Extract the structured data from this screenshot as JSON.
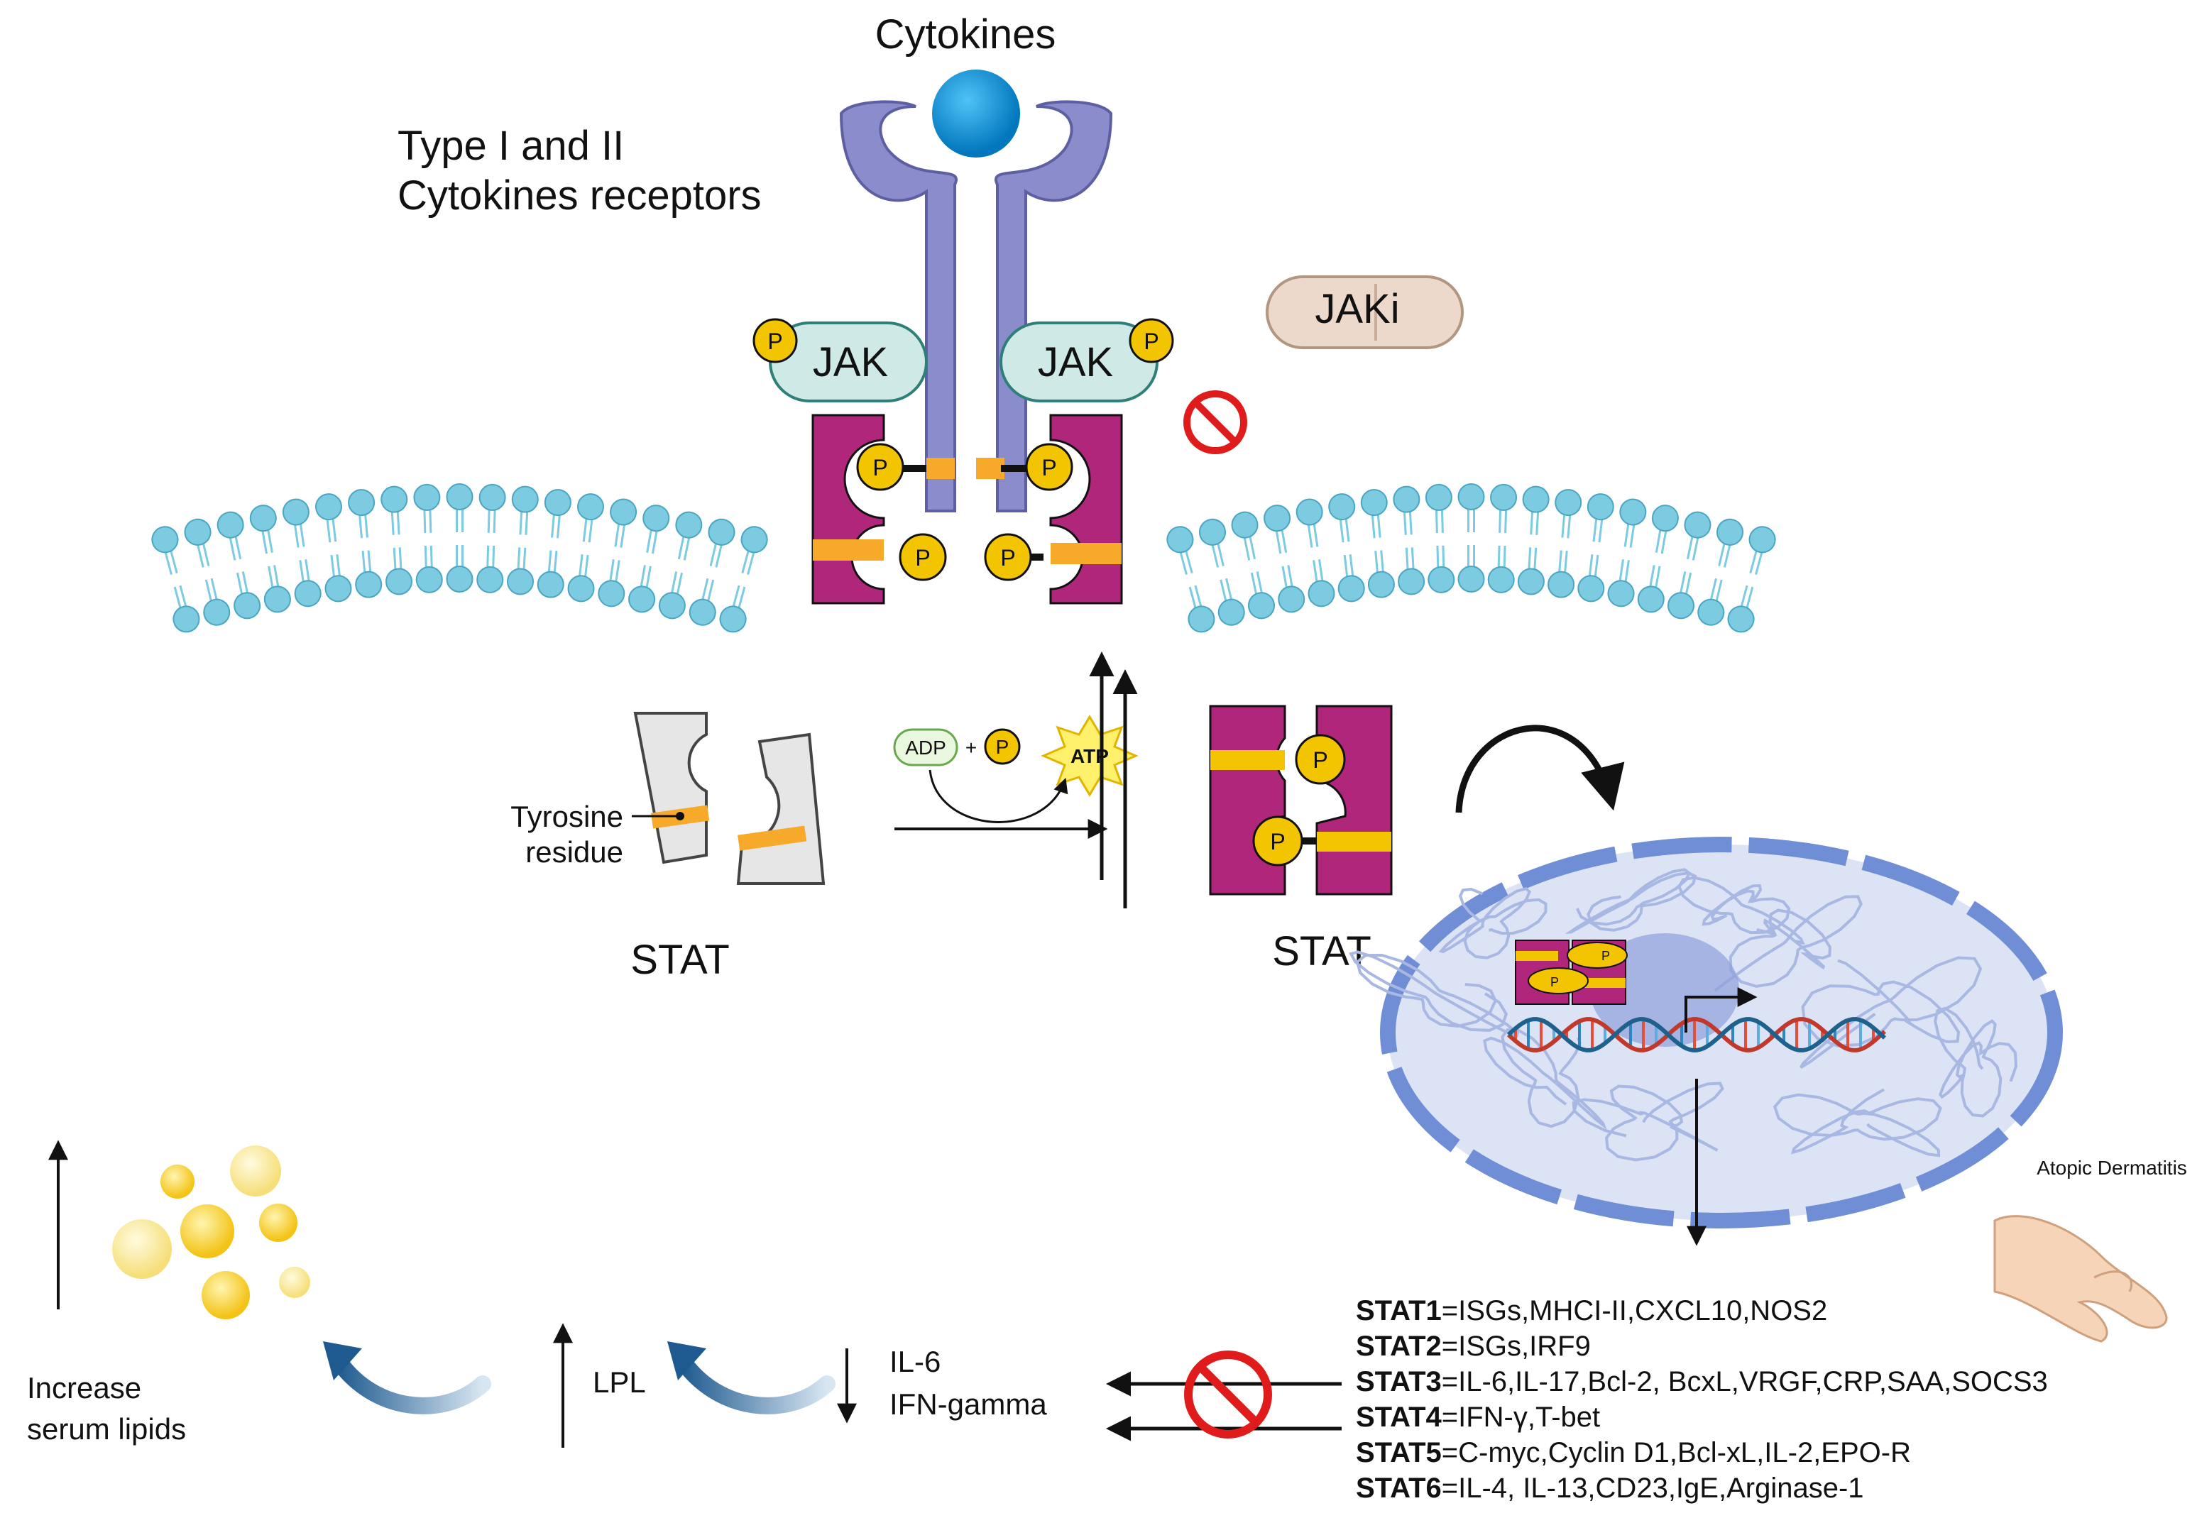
{
  "labels": {
    "cytokines": "Cytokines",
    "receptors_line1": "Type I and II",
    "receptors_line2": "Cytokines receptors",
    "jak": "JAK",
    "jaki": "JAKi",
    "p": "P",
    "adp": "ADP",
    "plus": "+",
    "atp": "ATP",
    "tyrosine_line1": "Tyrosine",
    "tyrosine_line2": "residue",
    "stat_left": "STAT",
    "stat_right": "STAT",
    "atopic": "Atopic Dermatitis",
    "lipids_line1": "Increase",
    "lipids_line2": "serum lipids",
    "lpl": "LPL",
    "il6": "IL-6",
    "ifn": "IFN-gamma"
  },
  "stat_genes": [
    {
      "name": "STAT1",
      "genes": "=ISGs,MHCI-II,CXCL10,NOS2"
    },
    {
      "name": "STAT2",
      "genes": "=ISGs,IRF9"
    },
    {
      "name": "STAT3",
      "genes": "=IL-6,IL-17,Bcl-2, BcxL,VRGF,CRP,SAA,SOCS3"
    },
    {
      "name": "STAT4",
      "genes": "=IFN-γ,T-bet"
    },
    {
      "name": "STAT5",
      "genes": "=C-myc,Cyclin D1,Bcl-xL,IL-2,EPO-R"
    },
    {
      "name": "STAT6",
      "genes": "=IL-4, IL-13,CD23,IgE,Arginase-1"
    }
  ],
  "colors": {
    "receptor": "#8b8ccb",
    "jak_fill": "#cfe9e6",
    "stat_magenta": "#b0267a",
    "stripe": "#f7a92a",
    "phospho": "#f2c500",
    "membrane": "#7ccbe0",
    "nucleus": "#b9c8ef",
    "inhibit": "#e01b1b",
    "curved_arrow": "#1e5a8f"
  }
}
